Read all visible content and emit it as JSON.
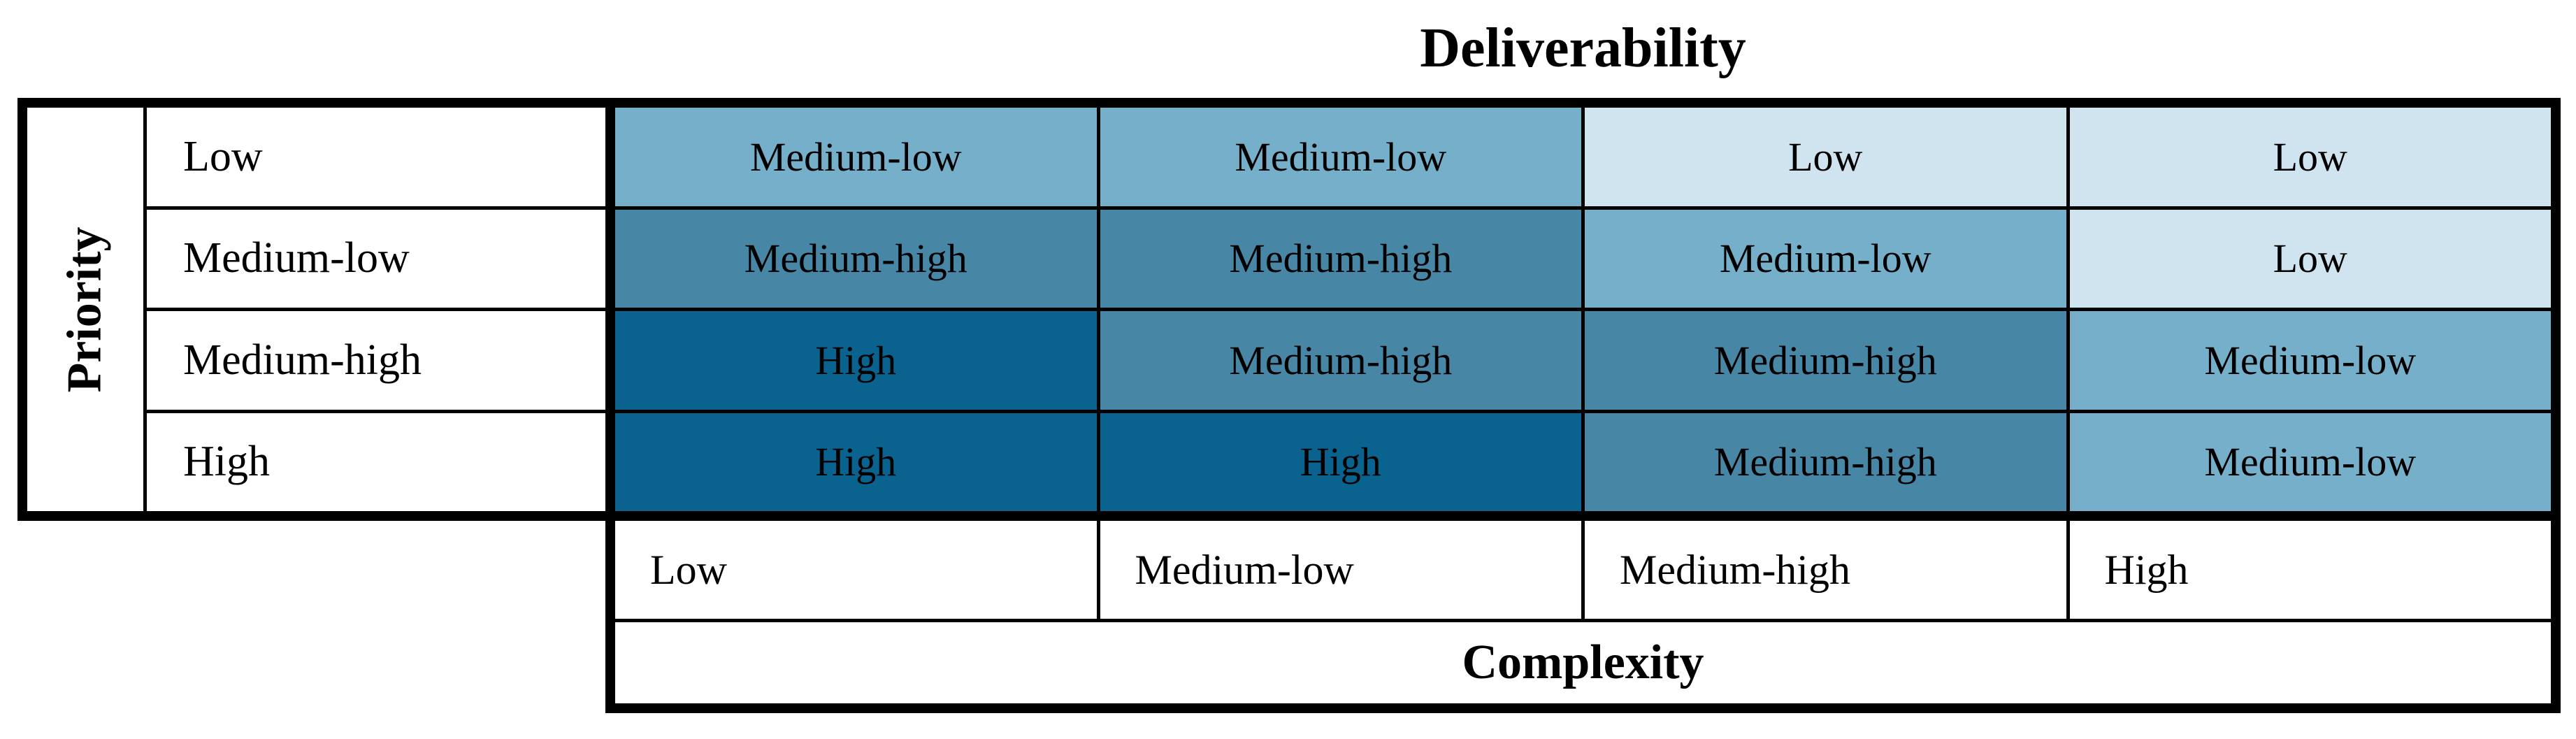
{
  "chart_data": {
    "type": "heatmap",
    "value_axis_label": "Deliverability",
    "row_axis_label": "Priority",
    "col_axis_label": "Complexity",
    "row_labels": [
      "Low",
      "Medium-low",
      "Medium-high",
      "High"
    ],
    "col_labels": [
      "Low",
      "Medium-low",
      "Medium-high",
      "High"
    ],
    "cell_values": [
      [
        "Medium-low",
        "Medium-low",
        "Low",
        "Low"
      ],
      [
        "Medium-high",
        "Medium-high",
        "Medium-low",
        "Low"
      ],
      [
        "High",
        "Medium-high",
        "Medium-high",
        "Medium-low"
      ],
      [
        "High",
        "High",
        "Medium-high",
        "Medium-low"
      ]
    ],
    "value_colors": {
      "Low": "#D0E4F0",
      "Medium-low": "#76AFCA",
      "Medium-high": "#4886A6",
      "High": "#0A628E"
    },
    "text_color": "#000000",
    "border_color": "#000000",
    "legend": "none",
    "grid": "on"
  }
}
